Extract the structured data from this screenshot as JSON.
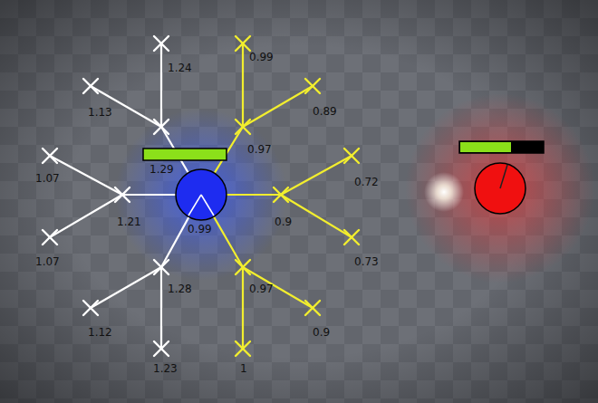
{
  "diagram": {
    "labels": [
      "1.24",
      "0.99",
      "1.13",
      "0.89",
      "1.29",
      "0.97",
      "1.07",
      "0.72",
      "1.21",
      "0.9",
      "0.99",
      "1.07",
      "0.73",
      "1.28",
      "0.97",
      "1.12",
      "0.9",
      "1.23",
      "1"
    ]
  }
}
